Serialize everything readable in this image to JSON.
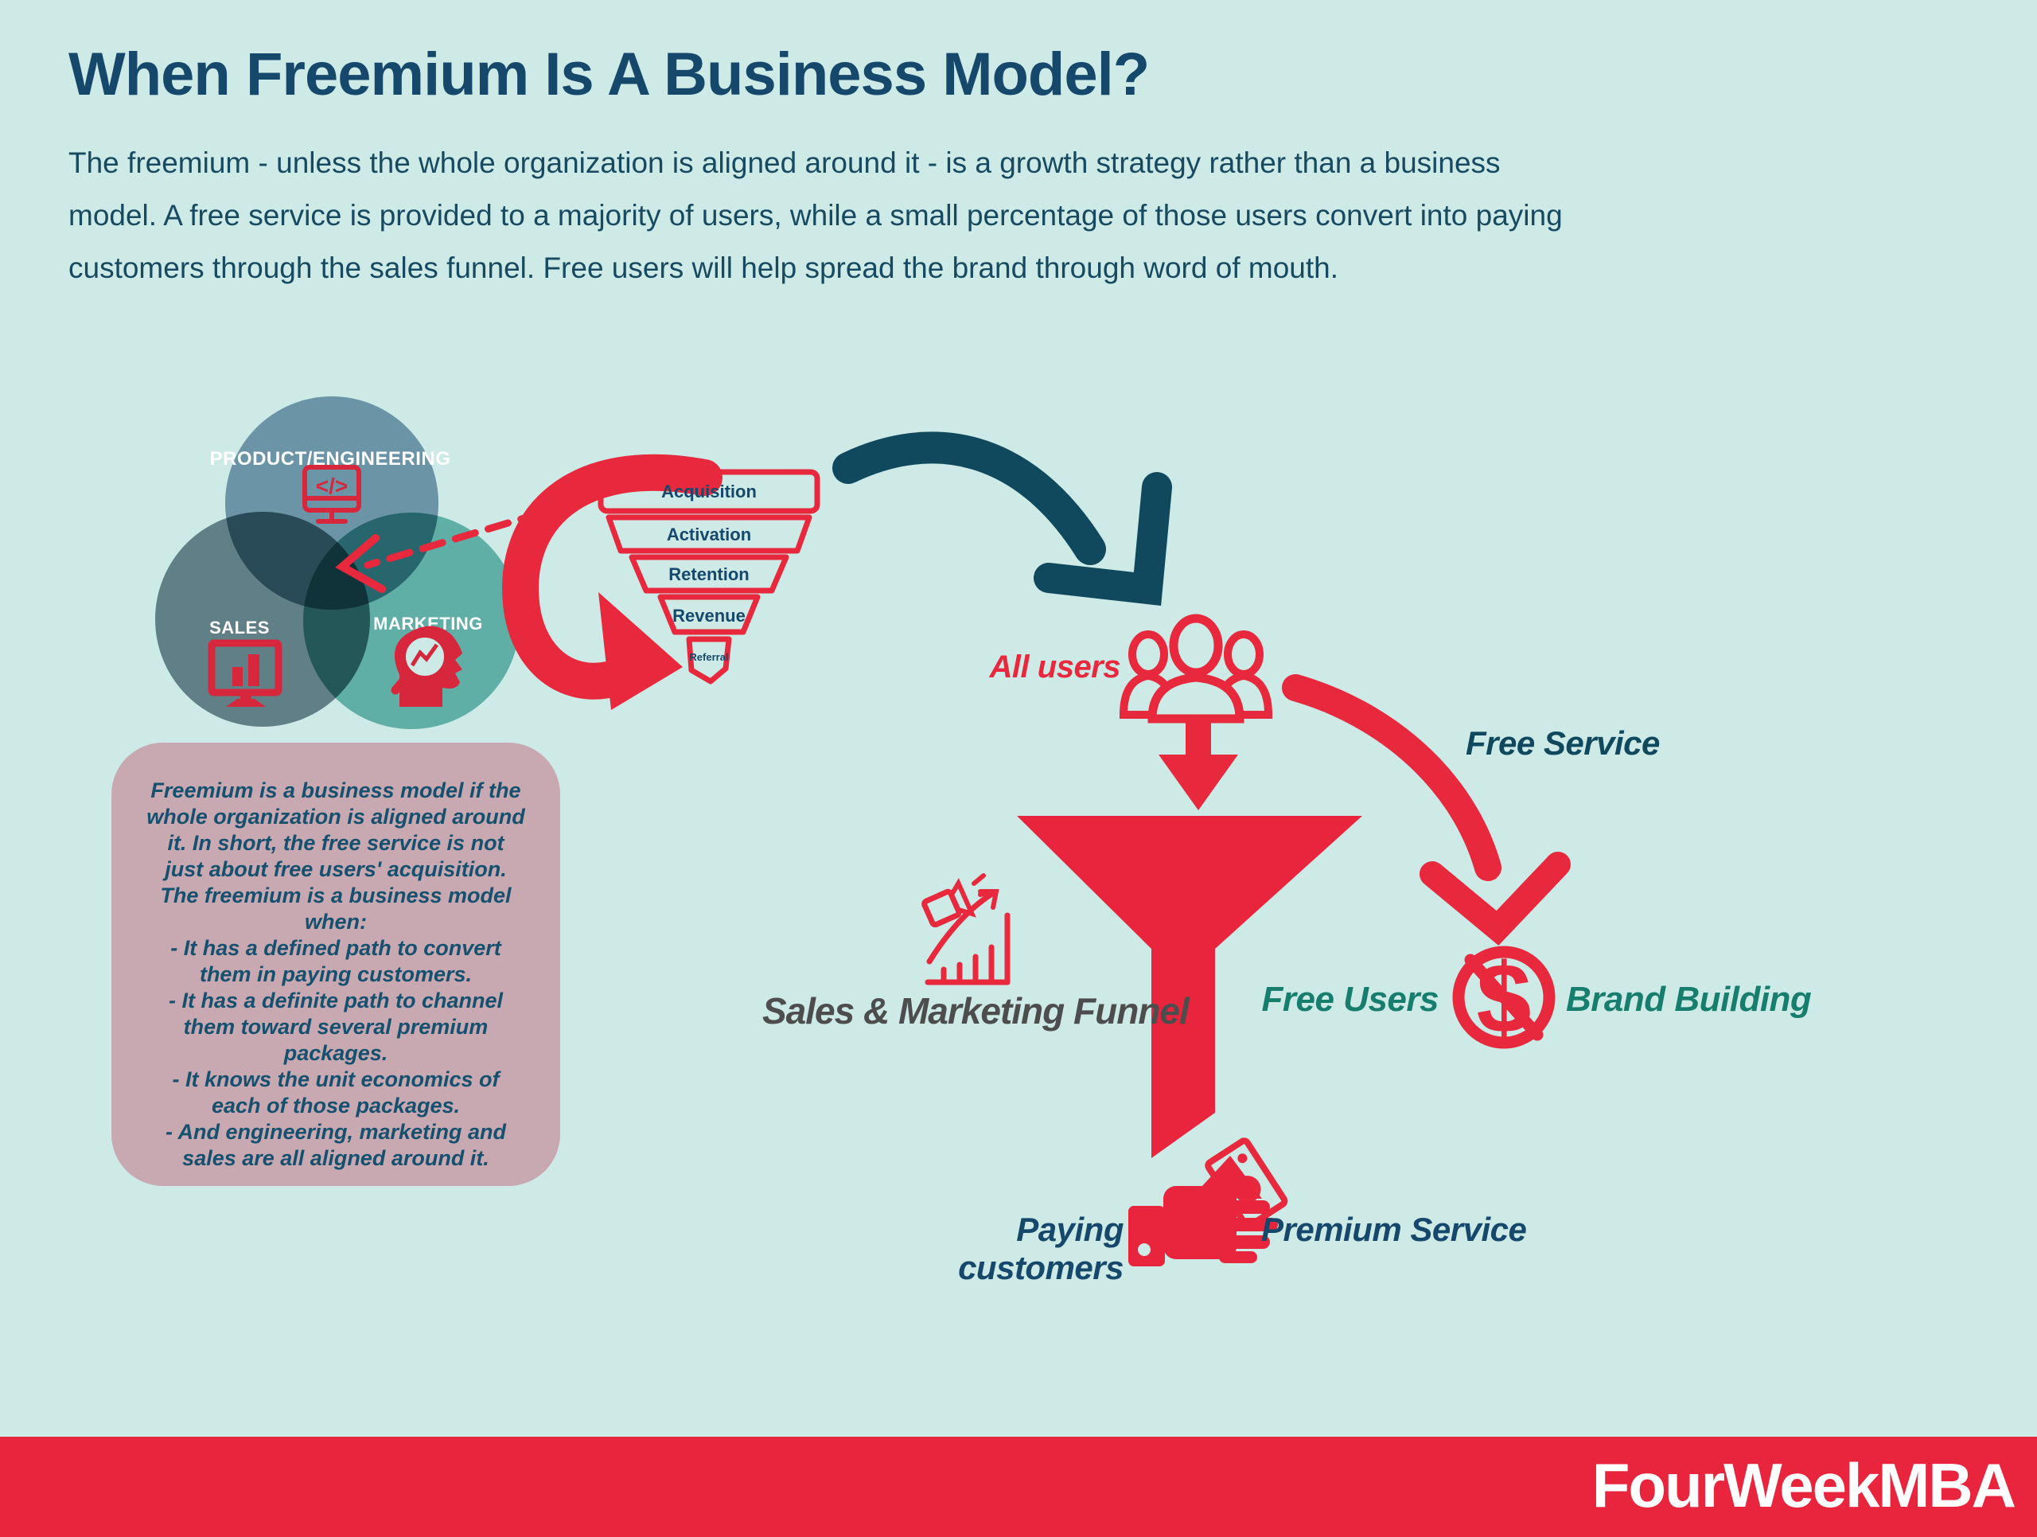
{
  "colors": {
    "background": "#CDEAE7",
    "accent_red": "#E8283C",
    "navy": "#16486B",
    "body_navy": "#174A60",
    "dark_teal": "#10485E",
    "teal_green": "#177E6E",
    "label_gray": "#4D4D4D",
    "note_pink": "#C8A8B1",
    "footer_red": "#E8253C"
  },
  "header": {
    "title": "When Freemium Is A Business Model?",
    "intro": "The freemium - unless the whole organization is aligned around it - is a growth strategy rather than a business\nmodel. A free service is provided to a majority of users, while a small percentage of those users convert into paying\ncustomers through the sales funnel. Free users will help spread the brand through word of mouth."
  },
  "venn": {
    "circles": [
      {
        "label": "PRODUCT/ENGINEERING",
        "icon": "code-monitor-icon"
      },
      {
        "label": "SALES",
        "icon": "sales-chart-monitor-icon"
      },
      {
        "label": "MARKETING",
        "icon": "head-magnifier-icon"
      }
    ]
  },
  "aarrr": {
    "stages": [
      "Acquisition",
      "Activation",
      "Retention",
      "Revenue",
      "Referral"
    ]
  },
  "note": {
    "text": "Freemium is a business model if the\nwhole organization is aligned around\nit. In short, the free service is not\njust about free users' acquisition.\nThe freemium is a business model\nwhen:\n- It has a defined path to convert\nthem in paying customers.\n- It has a definite path to channel\nthem toward several premium\npackages.\n- It knows the unit economics of\neach of those packages.\n- And engineering, marketing and\nsales are all aligned around it."
  },
  "flow": {
    "all_users": "All users",
    "free_service": "Free Service",
    "free_users": "Free Users",
    "brand_building": "Brand Building",
    "funnel_label": "Sales & Marketing Funnel",
    "paying_customers": "Paying customers",
    "premium_service": "Premium Service"
  },
  "icons": {
    "code_glyph": "</>",
    "no_money_dollar": "$",
    "bill_dollar": "$"
  },
  "footer": {
    "brand": "FourWeekMBA"
  }
}
